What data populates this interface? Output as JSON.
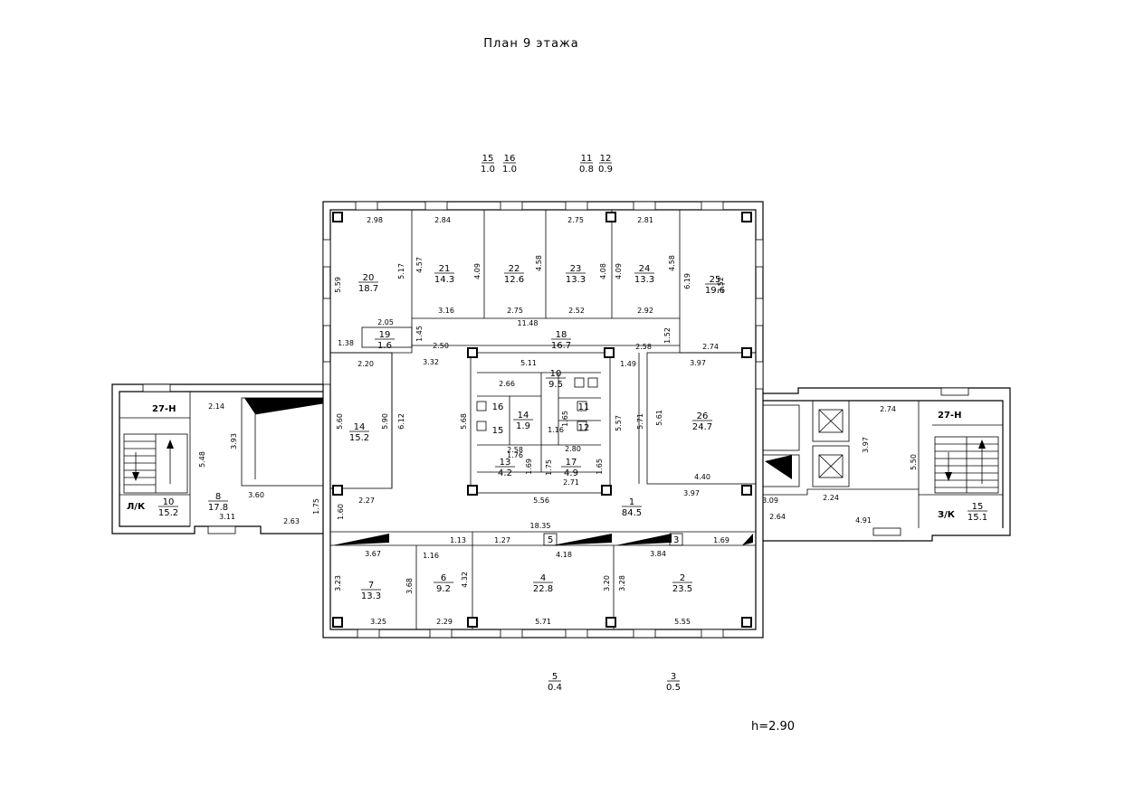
{
  "title": "План 9 этажа",
  "height_note": "h=2.90",
  "rooms": [
    {
      "id": "20",
      "num": "20",
      "area": "18.7"
    },
    {
      "id": "21",
      "num": "21",
      "area": "14.3"
    },
    {
      "id": "22",
      "num": "22",
      "area": "12.6"
    },
    {
      "id": "23",
      "num": "23",
      "area": "13.3"
    },
    {
      "id": "24",
      "num": "24",
      "area": "13.3"
    },
    {
      "id": "25",
      "num": "25",
      "area": "19.6"
    },
    {
      "id": "19",
      "num": "19",
      "area": "1.6"
    },
    {
      "id": "18",
      "num": "18",
      "area": "16.7"
    },
    {
      "id": "10c",
      "num": "10",
      "area": "9.5"
    },
    {
      "id": "26",
      "num": "26",
      "area": "24.7"
    },
    {
      "id": "14r",
      "num": "14",
      "area": "15.2"
    },
    {
      "id": "16s",
      "num": "16",
      "area": ""
    },
    {
      "id": "15s",
      "num": "15",
      "area": ""
    },
    {
      "id": "14s",
      "num": "14",
      "area": "1.9"
    },
    {
      "id": "11s",
      "num": "11",
      "area": ""
    },
    {
      "id": "12s",
      "num": "12",
      "area": ""
    },
    {
      "id": "13s",
      "num": "13",
      "area": "4.2"
    },
    {
      "id": "17s",
      "num": "17",
      "area": "4.9"
    },
    {
      "id": "8",
      "num": "8",
      "area": "17.8"
    },
    {
      "id": "10l",
      "num": "10",
      "area": "15.2"
    },
    {
      "id": "1",
      "num": "1",
      "area": "84.5"
    },
    {
      "id": "15r",
      "num": "15",
      "area": "15.1"
    },
    {
      "id": "7",
      "num": "7",
      "area": "13.3"
    },
    {
      "id": "6",
      "num": "6",
      "area": "9.2"
    },
    {
      "id": "4",
      "num": "4",
      "area": "22.8"
    },
    {
      "id": "2",
      "num": "2",
      "area": "23.5"
    }
  ],
  "legend_top": [
    {
      "num": "15",
      "area": "1.0"
    },
    {
      "num": "16",
      "area": "1.0"
    },
    {
      "num": "11",
      "area": "0.8"
    },
    {
      "num": "12",
      "area": "0.9"
    }
  ],
  "legend_bottom": [
    {
      "num": "5",
      "area": "0.4"
    },
    {
      "num": "3",
      "area": "0.5"
    }
  ],
  "small_marks": [
    "5",
    "3"
  ],
  "stair_labels": [
    "27-H",
    "Л/К",
    "27-H",
    "З/К"
  ],
  "dimensions": [
    "2.98",
    "2.84",
    "2.75",
    "2.81",
    "5.59",
    "5.17",
    "4.57",
    "4.09",
    "4.58",
    "4.08",
    "4.09",
    "4.58",
    "6.19",
    "3.52",
    "3.16",
    "2.75",
    "11.48",
    "2.52",
    "2.92",
    "2.05",
    "1.45",
    "1.52",
    "1.38",
    "2.50",
    "2.58",
    "2.74",
    "3.32",
    "2.20",
    "5.11",
    "1.49",
    "3.97",
    "2.66",
    "5.60",
    "5.90",
    "6.12",
    "5.68",
    "5.57",
    "5.71",
    "5.61",
    "2.14",
    "3.93",
    "5.48",
    "2.58",
    "1.76",
    "1.16",
    "1.65",
    "2.80",
    "1.69",
    "1.75",
    "1.65",
    "2.71",
    "5.56",
    "4.40",
    "3.97",
    "3.60",
    "2.27",
    "1.75",
    "1.60",
    "3.11",
    "2.63",
    "3.09",
    "2.24",
    "2.74",
    "3.97",
    "5.50",
    "2.64",
    "4.91",
    "18.35",
    "1.13",
    "1.27",
    "4.18",
    "3.84",
    "1.69",
    "3.67",
    "1.16",
    "3.23",
    "3.68",
    "4.32",
    "3.20",
    "3.28",
    "3.25",
    "2.29",
    "5.71",
    "5.55"
  ]
}
